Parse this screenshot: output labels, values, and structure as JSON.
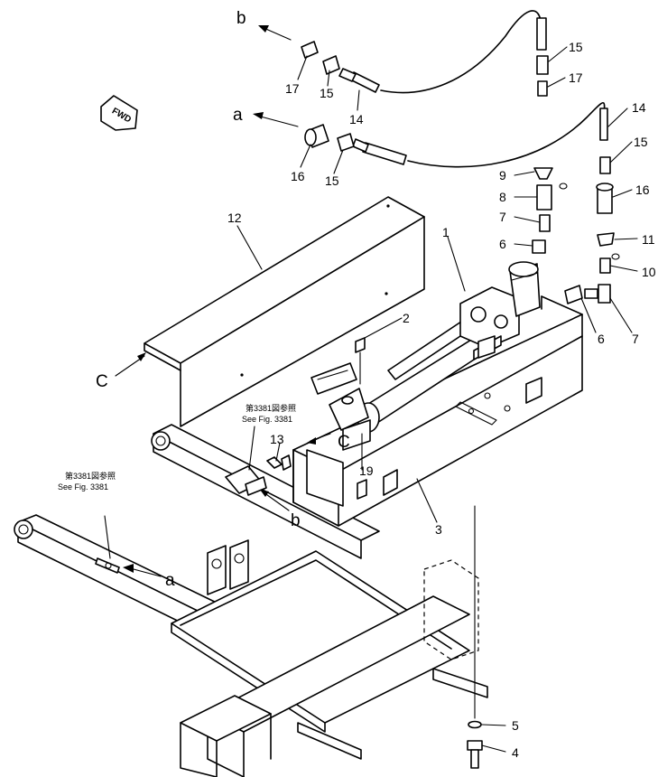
{
  "callouts": {
    "c1": "1",
    "c2": "2",
    "c3": "3",
    "c4": "4",
    "c5": "5",
    "c6a": "6",
    "c6b": "6",
    "c7a": "7",
    "c7b": "7",
    "c8": "8",
    "c9": "9",
    "c10": "10",
    "c11": "11",
    "c12": "12",
    "c13": "13",
    "c14a": "14",
    "c14b": "14",
    "c15a": "15",
    "c15b": "15",
    "c15c": "15",
    "c15d": "15",
    "c16a": "16",
    "c16b": "16",
    "c17a": "17",
    "c17b": "17",
    "c19": "19"
  },
  "connection_letters": {
    "a_top": "a",
    "b_top": "b",
    "a_bottom": "a",
    "b_bottom": "b",
    "c_left": "C",
    "c_mid": "C"
  },
  "fwd_label": "FWD",
  "reference_notes": {
    "note1_jp": "第3381図参照",
    "note1_en": "See Fig. 3381",
    "note2_jp": "第3381図参照",
    "note2_en": "See Fig. 3381"
  }
}
